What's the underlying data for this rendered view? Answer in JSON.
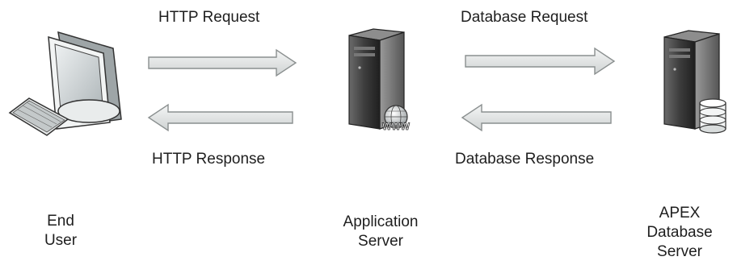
{
  "arrows": {
    "http_request": "HTTP Request",
    "http_response": "HTTP Response",
    "db_request": "Database Request",
    "db_response": "Database Response"
  },
  "nodes": {
    "end_user": [
      "End",
      "User"
    ],
    "app_server": [
      "Application",
      "Server"
    ],
    "apex_db": [
      "APEX",
      "Database",
      "Server"
    ],
    "www_badge": "WWW"
  },
  "colors": {
    "arrow_fill": "#e4e6e6",
    "arrow_stroke": "#8a8f8f",
    "server_dark": "#3a3a3a",
    "monitor_screen": "#cfd4d6"
  }
}
